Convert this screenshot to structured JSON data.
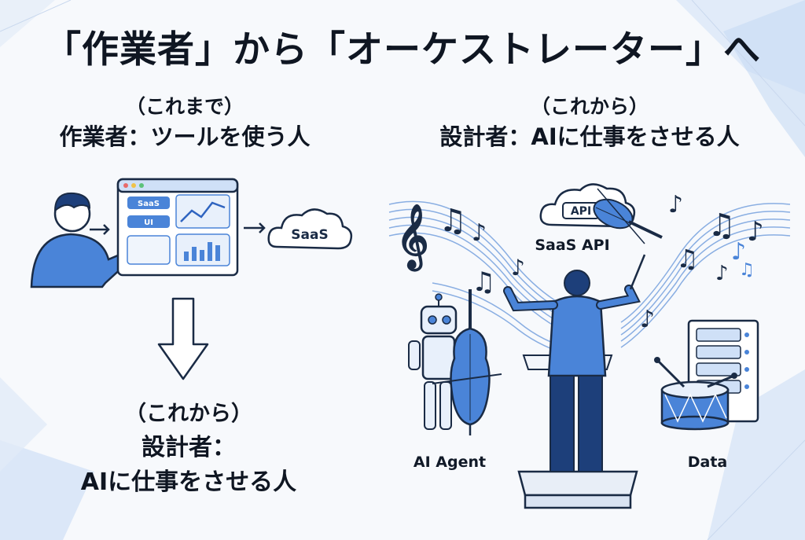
{
  "title": "「作業者」から「オーケストレーター」へ",
  "left": {
    "subtitle": "（これまで）",
    "heading": "作業者：ツールを使う人",
    "screen_chip_saas": "SaaS",
    "screen_chip_ui": "UI",
    "cloud_label": "SaaS"
  },
  "right": {
    "subtitle": "（これから）",
    "heading": "設計者：AIに仕事をさせる人",
    "cloud_label": "API",
    "saas_api_label": "SaaS API",
    "ai_agent_label": "AI Agent",
    "data_label": "Data"
  },
  "future": {
    "subtitle": "（これから）",
    "line1": "設計者：",
    "line2": "AIに仕事をさせる人"
  },
  "colors": {
    "accent": "#4a7fd4",
    "accent_dark": "#1d3f7a",
    "outline": "#1a2b45",
    "light_blue": "#cfe0f7"
  },
  "icons": [
    "person-icon",
    "browser-window-icon",
    "cloud-icon",
    "down-arrow-icon",
    "treble-clef-icon",
    "music-note-icon",
    "violin-icon",
    "cello-icon",
    "robot-icon",
    "conductor-icon",
    "server-icon",
    "drum-icon"
  ]
}
